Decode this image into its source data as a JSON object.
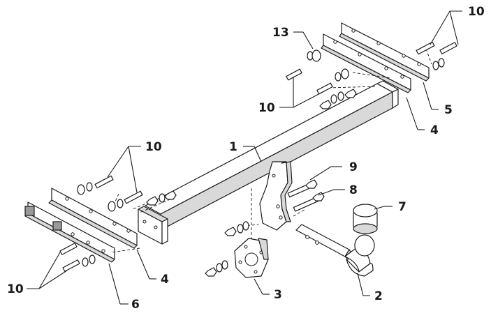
{
  "callouts": {
    "c1": "1",
    "c2": "2",
    "c3": "3",
    "c4_left": "4",
    "c4_right": "4",
    "c5": "5",
    "c6": "6",
    "c7": "7",
    "c8": "8",
    "c9": "9",
    "c10_top_right": "10",
    "c10_mid_right": "10",
    "c10_top_left": "10",
    "c10_bottom_left": "10",
    "c13": "13"
  },
  "colors": {
    "line": "#1a1a1a",
    "shade": "#d9d9d9"
  }
}
